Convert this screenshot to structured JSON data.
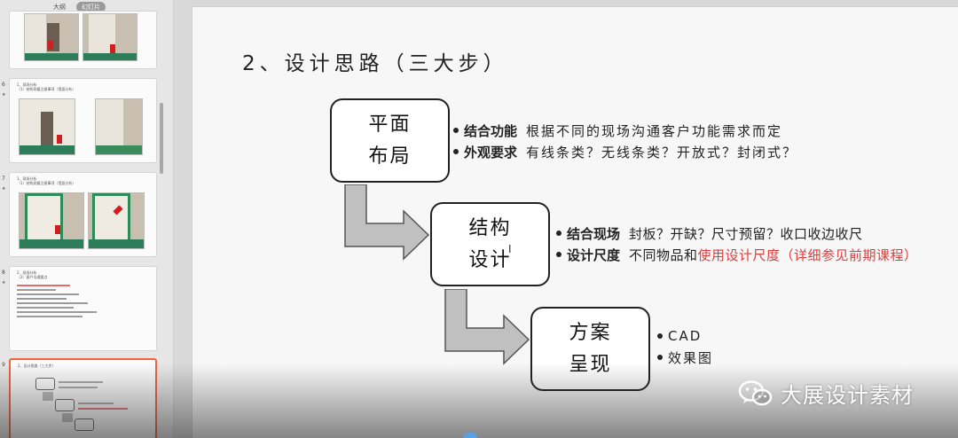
{
  "panel": {
    "tabs": [
      "大纲",
      "幻灯片"
    ],
    "active_tab": "幻灯片",
    "slides": [
      {
        "num": "",
        "title": ""
      },
      {
        "num": "6",
        "title": "1、现场分析\n（1）结构测量注意事项（墙面分析）"
      },
      {
        "num": "7",
        "title": "1、现场分析\n（1）结构测量注意事项（墙面分析）"
      },
      {
        "num": "8",
        "title": "2、现场分析\n（2）客户沟通要点"
      },
      {
        "num": "9",
        "title": "2、设计思路（三大步）"
      }
    ]
  },
  "slide": {
    "title": "2、设计思路（三大步）",
    "steps": [
      {
        "lines": [
          "平面",
          "布局"
        ],
        "bullets": [
          {
            "label": "结合功能",
            "text": "根据不同的现场沟通客户功能需求而定"
          },
          {
            "label": "外观要求",
            "text": "有线条类？无线条类？开放式？封闭式？"
          }
        ]
      },
      {
        "lines": [
          "结构",
          "设计"
        ],
        "bullets": [
          {
            "label": "结合现场",
            "text": "封板？开缺？尺寸预留？收口收边收尺"
          },
          {
            "label": "设计尺度",
            "text": "不同物品和",
            "highlight": "使用设计尺度（详细参见前期课程）"
          }
        ]
      },
      {
        "lines": [
          "方案",
          "呈现"
        ],
        "bullets": [
          {
            "label": "",
            "text": "CAD"
          },
          {
            "label": "",
            "text": "效果图"
          }
        ]
      }
    ]
  },
  "watermark": {
    "text": "大展设计素材",
    "icon": "wechat-icon"
  },
  "colors": {
    "highlight": "#e23b3b",
    "active_slide_border": "#f0643c",
    "arrow_fill": "#c0c0c0"
  }
}
